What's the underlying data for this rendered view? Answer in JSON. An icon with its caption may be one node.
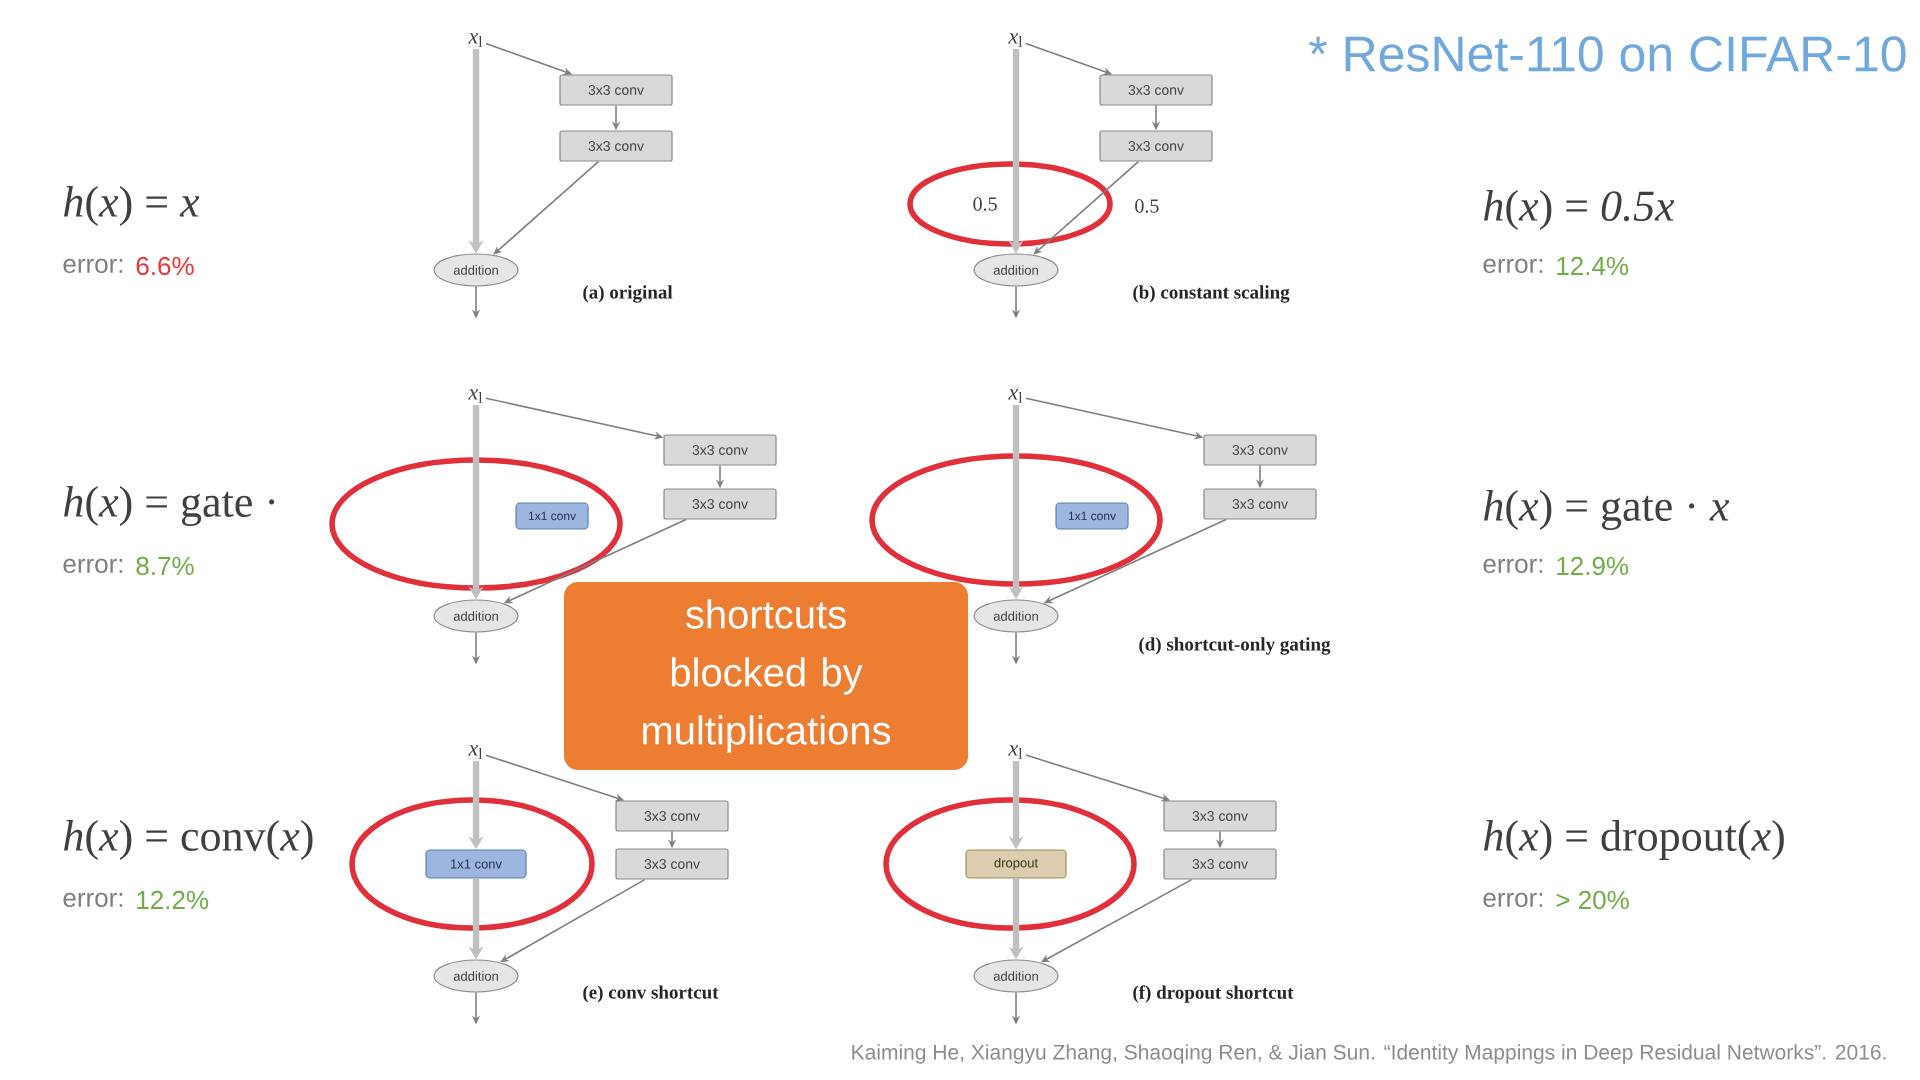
{
  "diagram": {
    "nodes": [
      {
        "text": [
          "*x*$_{l}$"
        ]
      },
      {
        "text": [
          "3x3 conv"
        ]
      },
      {
        "text": [
          "3x3 conv"
        ]
      },
      {
        "text": [
          "addition"
        ]
      },
      {
        "text": [
          "*x*$_{l}$"
        ]
      },
      {
        "text": [
          "3x3 conv"
        ]
      },
      {
        "text": [
          "3x3 conv"
        ]
      },
      {
        "text": [
          "addition"
        ]
      },
      {
        "text": [
          "*x*$_{l}$"
        ]
      },
      {
        "text": [
          "1x1 conv"
        ]
      },
      {
        "text": [
          "3x3 conv"
        ]
      },
      {
        "text": [
          "3x3 conv"
        ]
      },
      {
        "text": [
          "addition"
        ]
      },
      {
        "text": [
          "*x*$_{l}$"
        ]
      },
      {
        "text": [
          "1x1 conv"
        ]
      },
      {
        "text": [
          "3x3 conv"
        ]
      },
      {
        "text": [
          "3x3 conv"
        ]
      },
      {
        "text": [
          "addition"
        ]
      },
      {
        "text": [
          "shortcuts blocked by multiplications"
        ]
      },
      {
        "text": [
          "*x*$_{l}$"
        ]
      },
      {
        "text": [
          "3x3 conv"
        ]
      },
      {
        "text": [
          "1x1 conv"
        ]
      },
      {
        "text": [
          "3x3 conv"
        ]
      },
      {
        "text": [
          "addition"
        ]
      },
      {
        "text": [
          "*x*$_{l}$"
        ]
      },
      {
        "text": [
          "3x3 conv"
        ]
      },
      {
        "text": [
          "dropout"
        ]
      },
      {
        "text": [
          "3x3 conv"
        ]
      },
      {
        "text": [
          "addition"
        ]
      }
    ],
    "edges": [
      {
        "from": 0,
        "to": 1,
        "arrow": "to"
      },
      {
        "from": 1,
        "to": 2,
        "arrow": "to"
      },
      {
        "from": 2,
        "to": 3,
        "arrow": "to"
      },
      {
        "from": 0,
        "to": 3,
        "arrow": "to",
        "style": "thick",
        "color": "#c0c0c0"
      },
      {
        "from": 3,
        "to": null,
        "arrow": "to"
      },
      {
        "from": 4,
        "to": 5,
        "arrow": "to"
      },
      {
        "from": 5,
        "to": 6,
        "arrow": "to"
      },
      {
        "from": 6,
        "to": 7,
        "arrow": "to"
      },
      {
        "from": 4,
        "to": 7,
        "arrow": "to",
        "style": "thick",
        "color": "#c0c0c0"
      },
      {
        "from": 7,
        "to": null,
        "arrow": "to"
      },
      {
        "from": 8,
        "to": 10,
        "arrow": "to"
      },
      {
        "from": 10,
        "to": 11,
        "arrow": "to"
      },
      {
        "from": 11,
        "to": 12,
        "arrow": "to"
      },
      {
        "from": 8,
        "to": 12,
        "arrow": "to",
        "style": "thick",
        "color": "#c0c0c0"
      },
      {
        "from": 12,
        "to": null,
        "arrow": "to"
      },
      {
        "from": 13,
        "to": 15,
        "arrow": "to"
      },
      {
        "from": 15,
        "to": 16,
        "arrow": "to"
      },
      {
        "from": 16,
        "to": 17,
        "arrow": "to"
      },
      {
        "from": 13,
        "to": 17,
        "arrow": "to",
        "style": "thick",
        "color": "#c0c0c0"
      },
      {
        "from": 17,
        "to": null,
        "arrow": "to"
      },
      {
        "from": 19,
        "to": 20,
        "arrow": "to"
      },
      {
        "from": 20,
        "to": 22,
        "arrow": "to"
      },
      {
        "from": 22,
        "to": 23,
        "arrow": "to"
      },
      {
        "from": 19,
        "to": 21,
        "arrow": "to",
        "style": "thick",
        "color": "#c0c0c0"
      },
      {
        "from": 21,
        "to": 23,
        "arrow": "to",
        "style": "thick",
        "color": "#c0c0c0"
      },
      {
        "from": 23,
        "to": null,
        "arrow": "to"
      },
      {
        "from": 24,
        "to": 25,
        "arrow": "to"
      },
      {
        "from": 25,
        "to": 27,
        "arrow": "to"
      },
      {
        "from": 27,
        "to": 28,
        "arrow": "to"
      },
      {
        "from": 24,
        "to": 26,
        "arrow": "to",
        "style": "thick",
        "color": "#c0c0c0"
      },
      {
        "from": 26,
        "to": 28,
        "arrow": "to",
        "style": "thick",
        "color": "#c0c0c0"
      },
      {
        "from": 28,
        "to": null,
        "arrow": "to"
      }
    ],
    "labels": [
      "* ResNet-110 on CIFAR-10",
      "*h*(*x*) = *x*",
      "error:",
      "6.6%",
      "0.5",
      "0.5",
      "*h*(*x*) = *0.5x*",
      "error:",
      "12.4%",
      "(a) original",
      "(b) constant scaling",
      "*h*(*x*) = gate ·",
      "error:",
      "8.7%",
      "*h*(*x*) = gate · *x*",
      "error:",
      "12.9%",
      "(d) shortcut-only gating",
      "*h*(*x*) = conv(*x*)",
      "error:",
      "12.2%",
      "*h*(*x*) = dropout(*x*)",
      "error:",
      "> 20%",
      "(e) conv shortcut",
      "(f) dropout shortcut"
    ],
    "caption": "Kaiming He, Xiangyu Zhang, Shaoqing Ren, & Jian Sun. “Identity Mappings in Deep Residual Networks”. 2016."
  }
}
